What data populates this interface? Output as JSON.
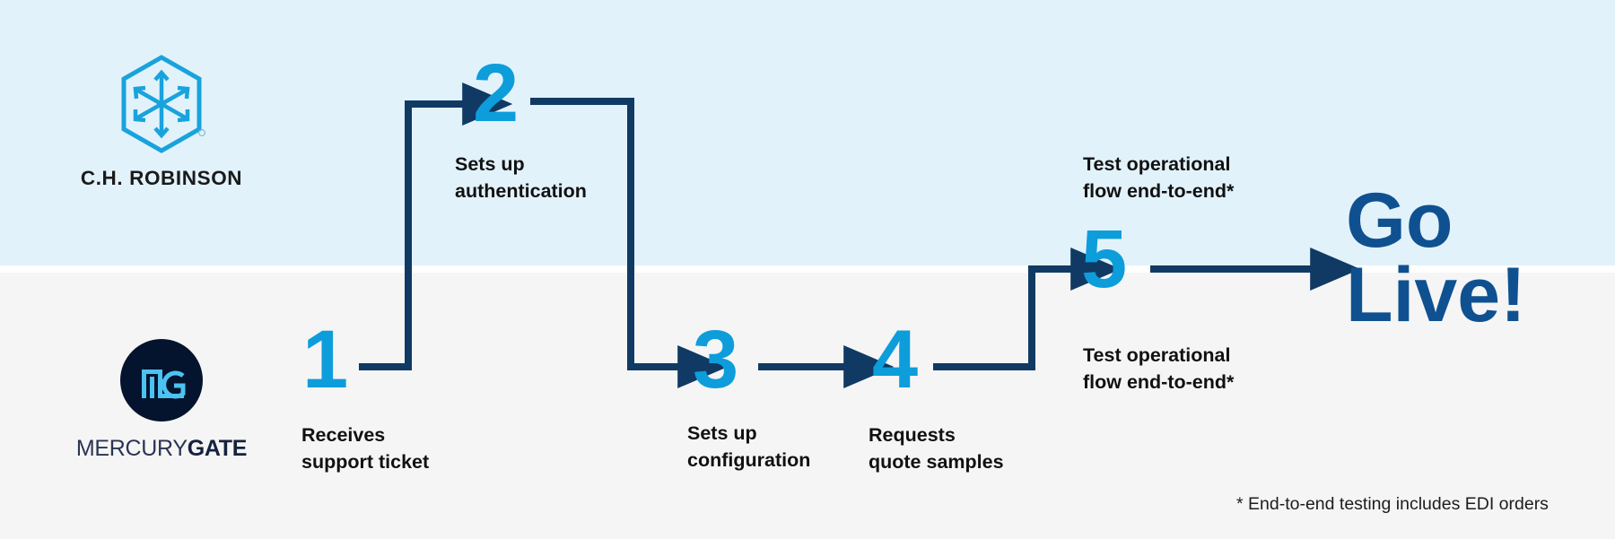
{
  "diagram": {
    "title": "C.H. Robinson and MercuryGate integration onboarding flow",
    "colors": {
      "band_top": "#e2f2fb",
      "band_bottom": "#f5f5f5",
      "number_blue": "#0d9ddb",
      "connector_navy": "#103a63",
      "go_live_blue": "#0f5190",
      "caption_black": "#111111",
      "mercurygate_navy": "#04132e"
    }
  },
  "lanes": {
    "top": {
      "owner": "C.H. ROBINSON"
    },
    "bottom": {
      "owner": "MERCURYGATE"
    }
  },
  "logos": {
    "chrobinson": {
      "name": "C.H. ROBINSON",
      "mark": "hexagon-cube-arrows-icon",
      "registered_mark": "®"
    },
    "mercurygate": {
      "name_light": "MERCURY",
      "name_bold": "GATE",
      "mark": "mg-monogram-icon"
    }
  },
  "steps": [
    {
      "number": "1",
      "caption": "Receives\nsupport ticket",
      "lane": "bottom"
    },
    {
      "number": "2",
      "caption": "Sets up\nauthentication",
      "lane": "top"
    },
    {
      "number": "3",
      "caption": "Sets up\nconfiguration",
      "lane": "bottom"
    },
    {
      "number": "4",
      "caption": "Requests\nquote samples",
      "lane": "bottom"
    },
    {
      "number": "5",
      "caption_top": "Test operational\nflow end-to-end*",
      "caption_bottom": "Test operational\nflow end-to-end*",
      "lane": "both"
    }
  ],
  "outcome": {
    "label": "Go\nLive!"
  },
  "footnote": {
    "text": "* End-to-end testing includes EDI orders"
  }
}
